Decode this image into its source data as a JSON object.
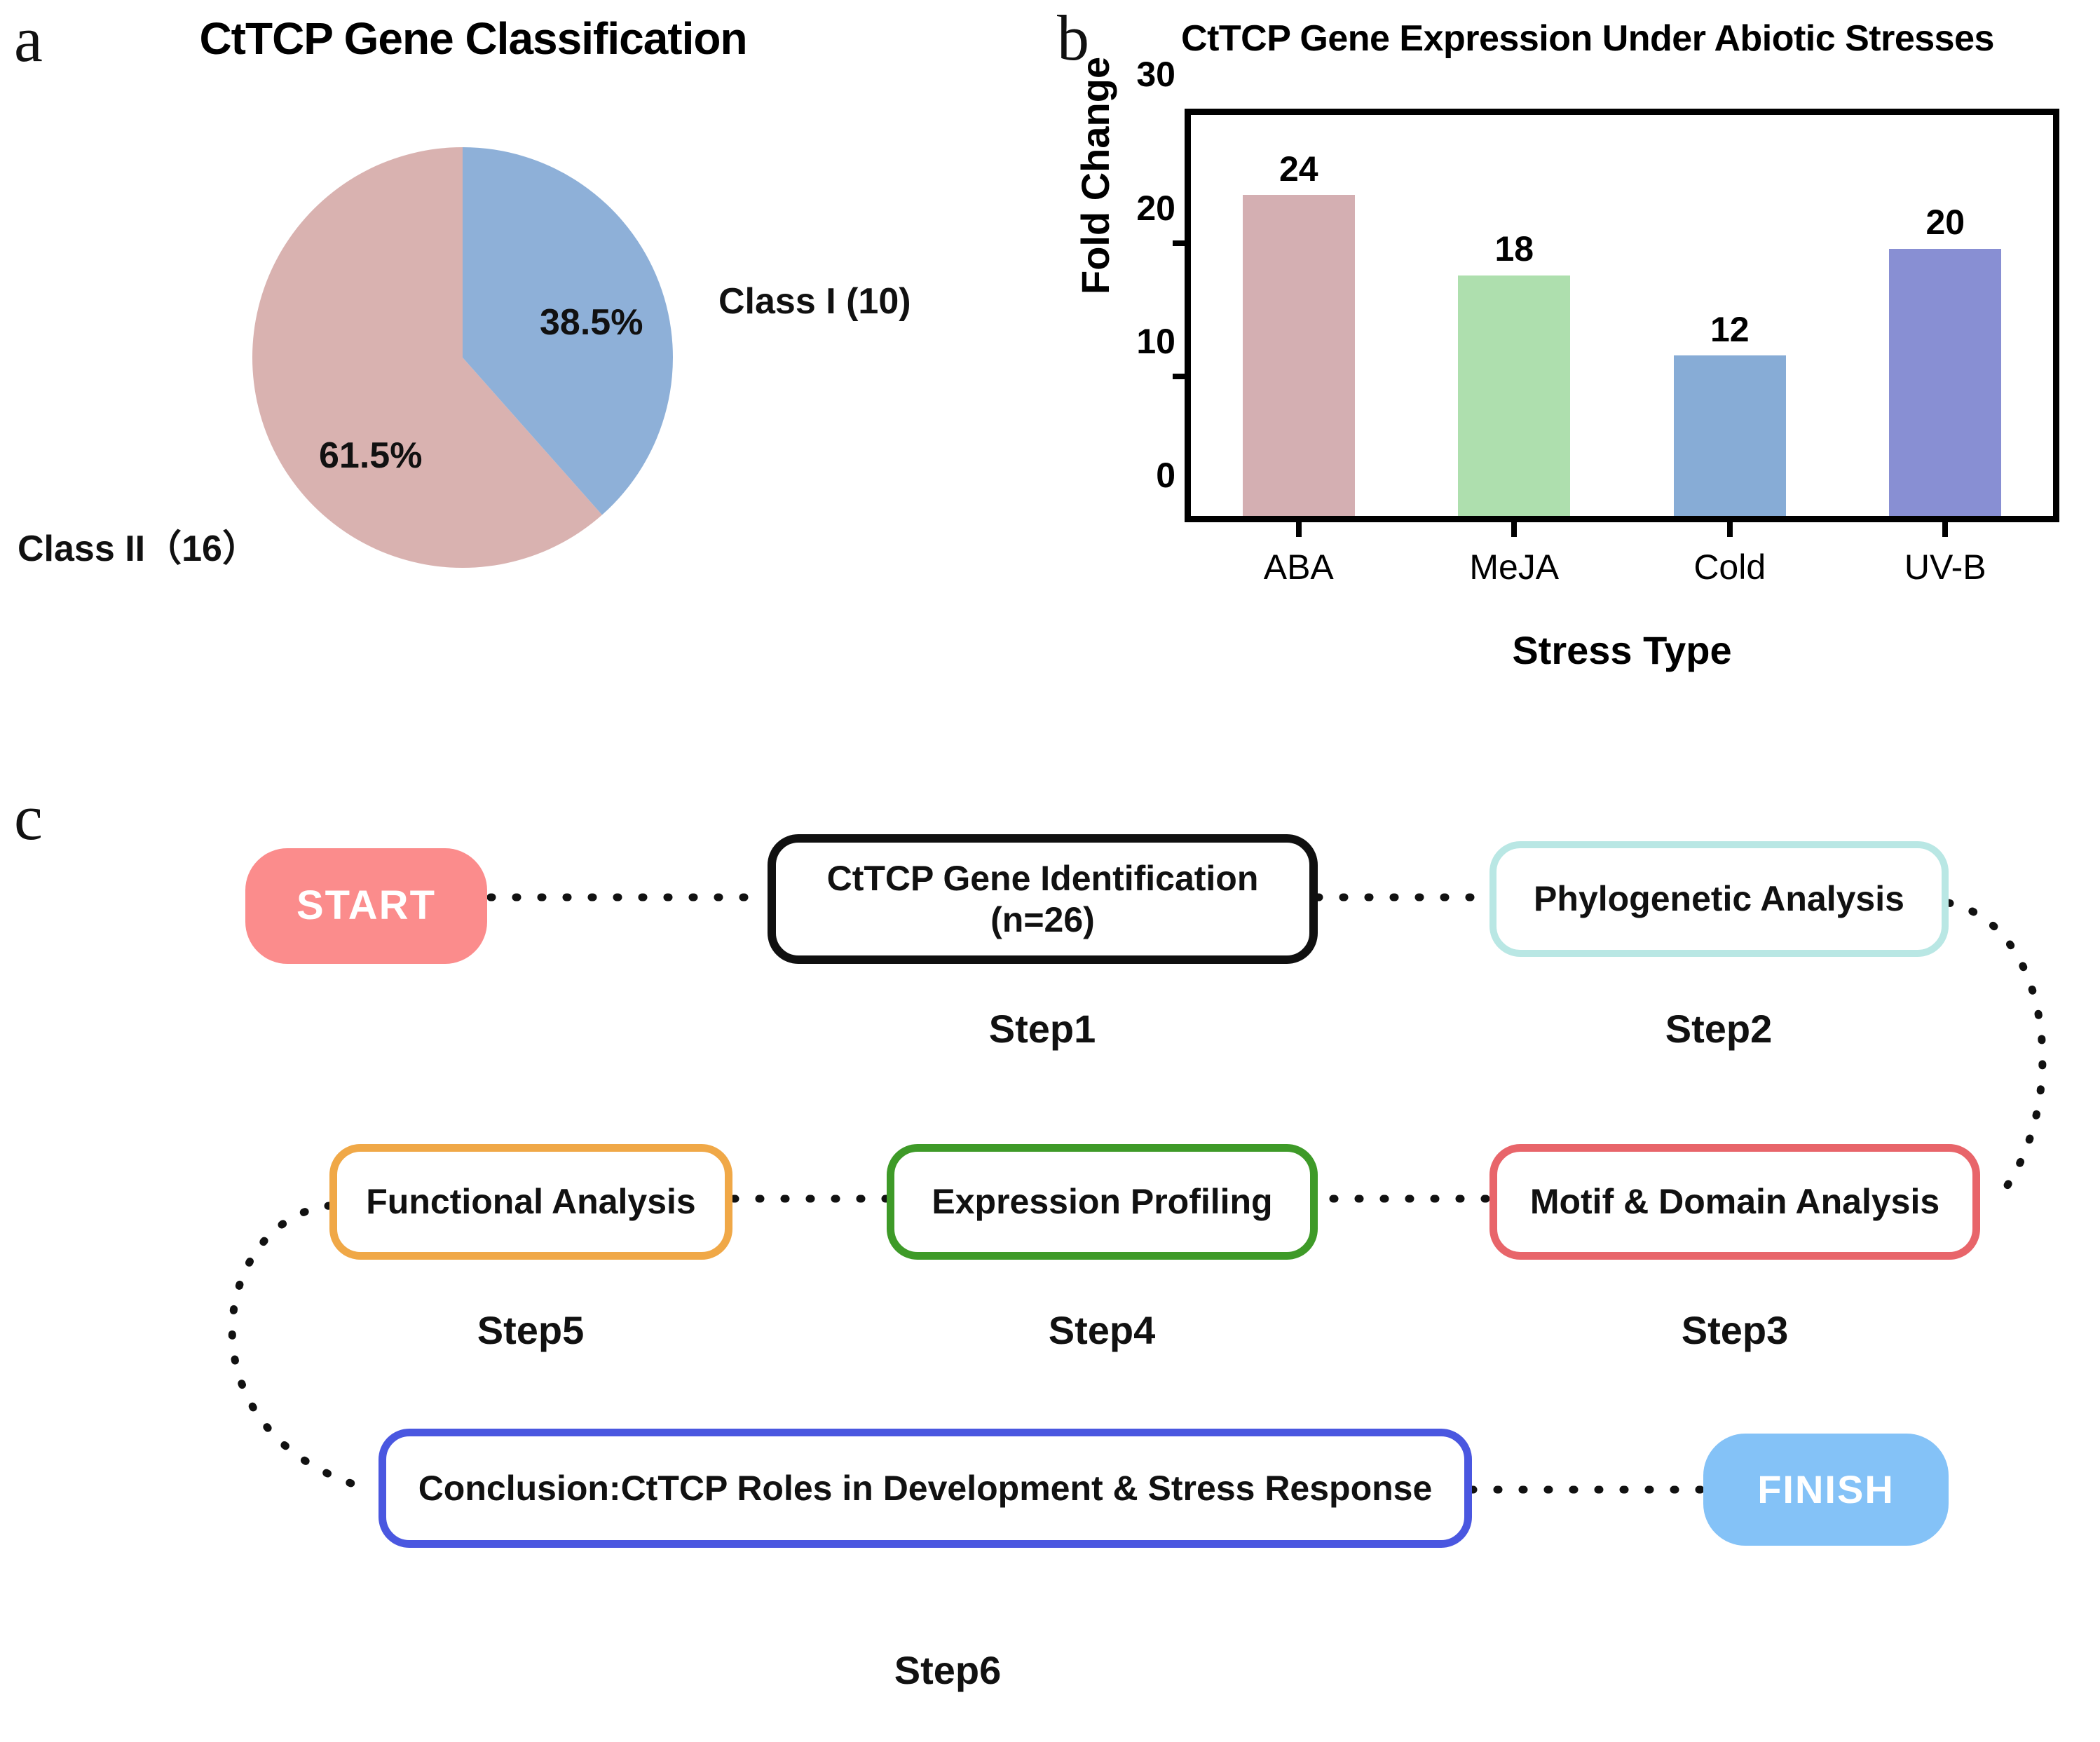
{
  "panels": {
    "a_letter": "a",
    "b_letter": "b",
    "c_letter": "c"
  },
  "chart_data": [
    {
      "type": "pie",
      "title": "CtTCP Gene Classification",
      "labels": [
        "Class I (10)",
        "Class II（16）"
      ],
      "values": [
        10,
        16
      ],
      "percent_labels": [
        "38.5%",
        "61.5%"
      ],
      "colors": [
        "#8EB0D8",
        "#D9B2B0"
      ],
      "legend": "inline-callout",
      "start_angle_deg": 0,
      "notes": "Class I slice drawn clockwise from 12 o'clock (38.5%), Class II fills remainder (61.5%)"
    },
    {
      "type": "bar",
      "title": "CtTCP Gene Expression Under Abiotic Stresses",
      "categories": [
        "ABA",
        "MeJA",
        "Cold",
        "UV-B"
      ],
      "values": [
        24,
        18,
        12,
        20
      ],
      "value_labels": [
        "24",
        "18",
        "12",
        "20"
      ],
      "colors": [
        "#D4AFB2",
        "#AEDFAE",
        "#87ACD6",
        "#888FD3"
      ],
      "xlabel": "Stress Type",
      "ylabel": "Fold Change",
      "ylim": [
        0,
        30
      ],
      "yticks": [
        "0",
        "10",
        "20",
        "30"
      ],
      "ytick_values": [
        0,
        10,
        20,
        30
      ],
      "grid": false,
      "legend": "none"
    }
  ],
  "flow": {
    "nodes": [
      {
        "id": "start",
        "label": "START",
        "kind": "pill",
        "fill": "#FB8C8C",
        "text_color": "#ffffff"
      },
      {
        "id": "step1",
        "label": "CtTCP Gene Identification\n(n=26)",
        "kind": "boxed",
        "border": "#101010"
      },
      {
        "id": "step2",
        "label": "Phylogenetic Analysis",
        "kind": "boxed",
        "border": "#B9E7E4"
      },
      {
        "id": "step3",
        "label": "Motif & Domain Analysis",
        "kind": "boxed",
        "border": "#E8656A"
      },
      {
        "id": "step4",
        "label": "Expression Profiling",
        "kind": "boxed",
        "border": "#3E9A28"
      },
      {
        "id": "step5",
        "label": "Functional Analysis",
        "kind": "boxed",
        "border": "#F0A847"
      },
      {
        "id": "step6",
        "label": "Conclusion:CtTCP Roles in Development & Stress Response",
        "kind": "boxed",
        "border": "#4A57E0"
      },
      {
        "id": "finish",
        "label": "FINISH",
        "kind": "pill",
        "fill": "#84C2F7",
        "text_color": "#ffffff"
      }
    ],
    "step_labels": [
      "Step1",
      "Step2",
      "Step3",
      "Step4",
      "Step5",
      "Step6"
    ],
    "connector_style": "dotted",
    "connector_color": "#111111"
  }
}
